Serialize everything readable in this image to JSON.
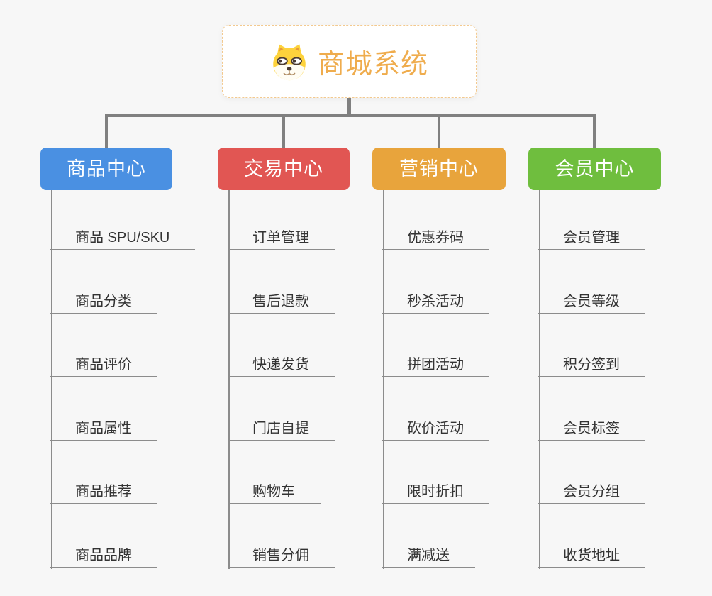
{
  "root": {
    "title": "商城系统",
    "icon": "shiba-dog-icon",
    "title_color": "#efac4d",
    "border_color": "#f3c98e"
  },
  "branches": [
    {
      "label": "商品中心",
      "color": "#4a90e2",
      "items": [
        "商品 SPU/SKU",
        "商品分类",
        "商品评价",
        "商品属性",
        "商品推荐",
        "商品品牌"
      ]
    },
    {
      "label": "交易中心",
      "color": "#e15653",
      "items": [
        "订单管理",
        "售后退款",
        "快递发货",
        "门店自提",
        "购物车",
        "销售分佣"
      ]
    },
    {
      "label": "营销中心",
      "color": "#e8a43c",
      "items": [
        "优惠券码",
        "秒杀活动",
        "拼团活动",
        "砍价活动",
        "限时折扣",
        "满减送"
      ]
    },
    {
      "label": "会员中心",
      "color": "#6fbe3e",
      "items": [
        "会员管理",
        "会员等级",
        "积分签到",
        "会员标签",
        "会员分组",
        "收货地址"
      ]
    }
  ],
  "colors": {
    "connector_line": "#808080",
    "item_underline": "#8c8c8c",
    "item_text": "#333333",
    "page_background": "#f7f7f7"
  }
}
